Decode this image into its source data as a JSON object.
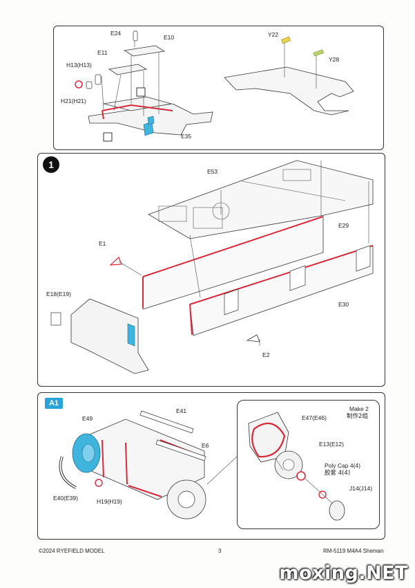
{
  "top_panel": {
    "labels": [
      "E24",
      "E10",
      "E11",
      "H13(H13)",
      "H21(H21)",
      "E35",
      "Y22",
      "Y28"
    ]
  },
  "step1": {
    "number": "1",
    "labels": [
      "E53",
      "E29",
      "E1",
      "E30",
      "E18(E19)",
      "E2"
    ]
  },
  "stepA1": {
    "badge": "A1",
    "labels": [
      "E41",
      "E49",
      "E6",
      "E40(E39)",
      "H19(H19)"
    ],
    "inset": {
      "make_en": "Make 2",
      "make_cn": "制作2组",
      "labels": [
        "E47(E46)",
        "E13(E12)",
        "Poly Cap 4(4)",
        "胶套  4(4)",
        "J14(J14)"
      ]
    }
  },
  "footer": {
    "copyright": "©2024 RYEFIELD MODEL",
    "page": "3",
    "product": "RM-5119 M4A4 Sheman"
  },
  "watermark": "moxing.NET",
  "colors": {
    "highlight_red": "#d8283a",
    "part_blue": "#3fb4dd",
    "part_yellow": "#e6d44a",
    "part_green": "#b9d36a"
  }
}
